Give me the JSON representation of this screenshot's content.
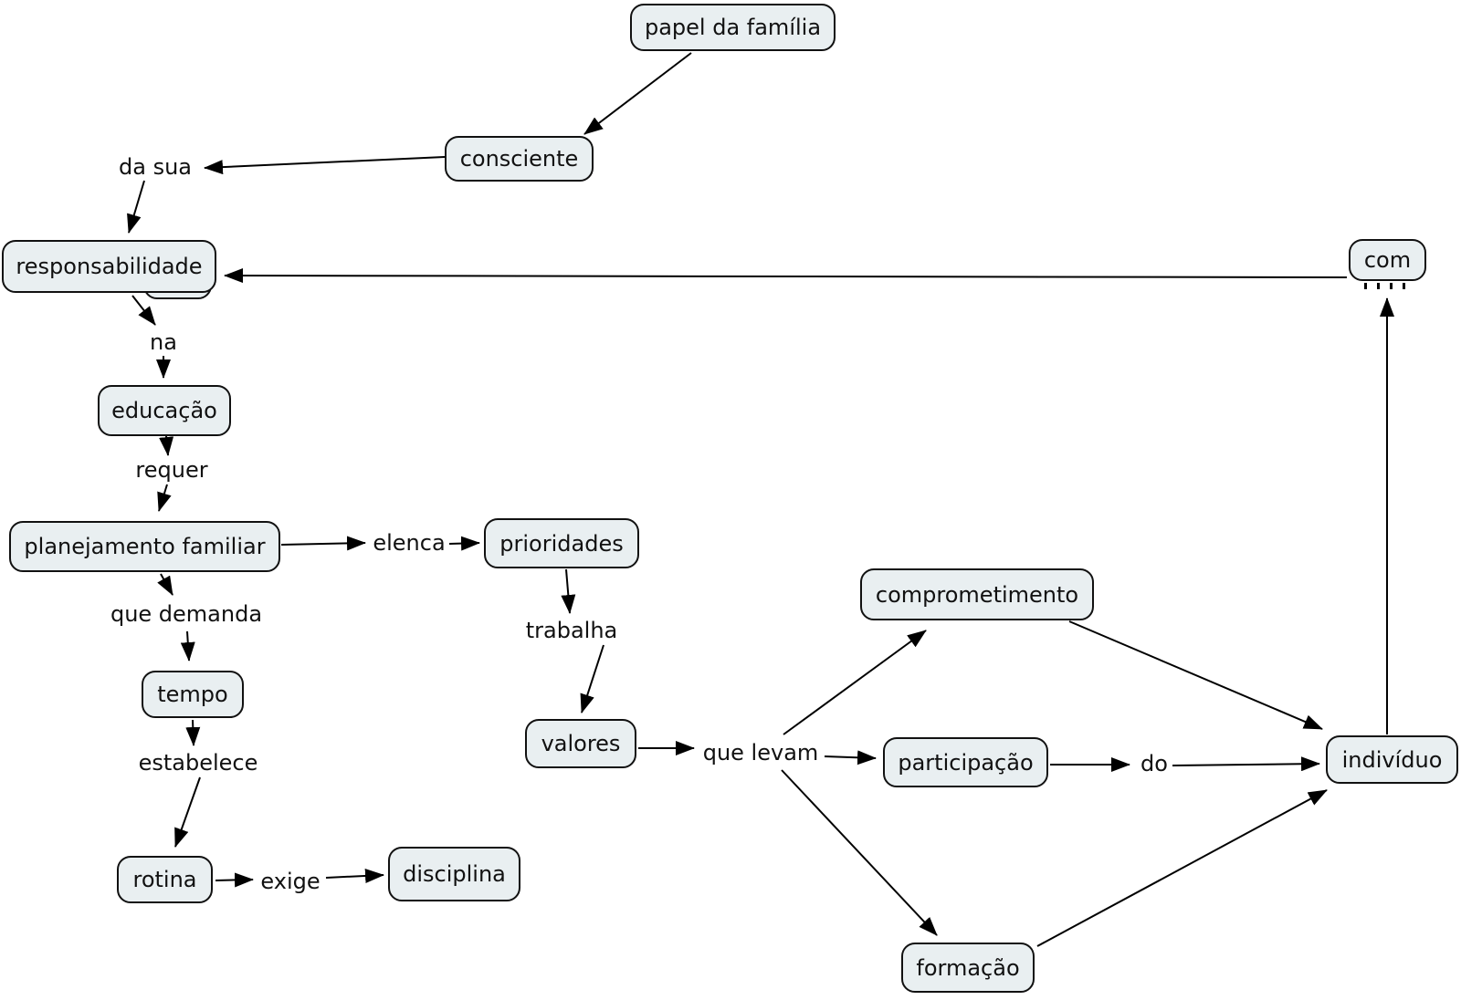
{
  "diagram": {
    "type": "concept-map",
    "language": "pt-BR",
    "colors": {
      "background": "#ffffff",
      "node_fill": "#e9eff1",
      "node_border": "#111111",
      "connector": "#000000",
      "text": "#111111"
    },
    "nodes": {
      "papel_da_familia": "papel da família",
      "consciente": "consciente",
      "responsabilidade": "responsabilidade",
      "com": "com",
      "educacao": "educação",
      "planejamento_familiar": "planejamento familiar",
      "prioridades": "prioridades",
      "tempo": "tempo",
      "rotina": "rotina",
      "disciplina": "disciplina",
      "valores": "valores",
      "comprometimento": "comprometimento",
      "participacao": "participação",
      "individuo": "indivíduo",
      "formacao": "formação"
    },
    "link_labels": {
      "da_sua": "da sua",
      "na": "na",
      "requer": "requer",
      "elenca": "elenca",
      "que_demanda": "que demanda",
      "trabalha": "trabalha",
      "estabelece": "estabelece",
      "exige": "exige",
      "que_levam": "que levam",
      "do_label": "do"
    },
    "edges": [
      {
        "from": "papel da família",
        "label": "",
        "to": "consciente"
      },
      {
        "from": "consciente",
        "label": "da sua",
        "to": "responsabilidade"
      },
      {
        "from": "responsabilidade",
        "label": "na",
        "to": "educação"
      },
      {
        "from": "educação",
        "label": "requer",
        "to": "planejamento familiar"
      },
      {
        "from": "planejamento familiar",
        "label": "elenca",
        "to": "prioridades"
      },
      {
        "from": "planejamento familiar",
        "label": "que demanda",
        "to": "tempo"
      },
      {
        "from": "tempo",
        "label": "estabelece",
        "to": "rotina"
      },
      {
        "from": "rotina",
        "label": "exige",
        "to": "disciplina"
      },
      {
        "from": "prioridades",
        "label": "trabalha",
        "to": "valores"
      },
      {
        "from": "valores",
        "label": "que levam",
        "to": "comprometimento"
      },
      {
        "from": "valores",
        "label": "que levam",
        "to": "participação"
      },
      {
        "from": "valores",
        "label": "que levam",
        "to": "formação"
      },
      {
        "from": "participação",
        "label": "do",
        "to": "indivíduo"
      },
      {
        "from": "comprometimento",
        "label": "",
        "to": "indivíduo"
      },
      {
        "from": "formação",
        "label": "",
        "to": "indivíduo"
      },
      {
        "from": "indivíduo",
        "label": "com",
        "to": "responsabilidade"
      }
    ]
  }
}
